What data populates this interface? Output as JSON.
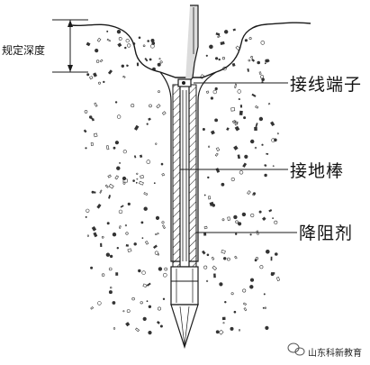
{
  "labels": {
    "depth": "规定深度",
    "terminal": "接线端子",
    "rod": "接地棒",
    "compound": "降阻剂"
  },
  "watermark": {
    "icon": "wechat-icon",
    "text": "山东科新教育"
  },
  "colors": {
    "line": "#1a1a1a",
    "background": "#ffffff",
    "soil_speck": "#333333"
  }
}
